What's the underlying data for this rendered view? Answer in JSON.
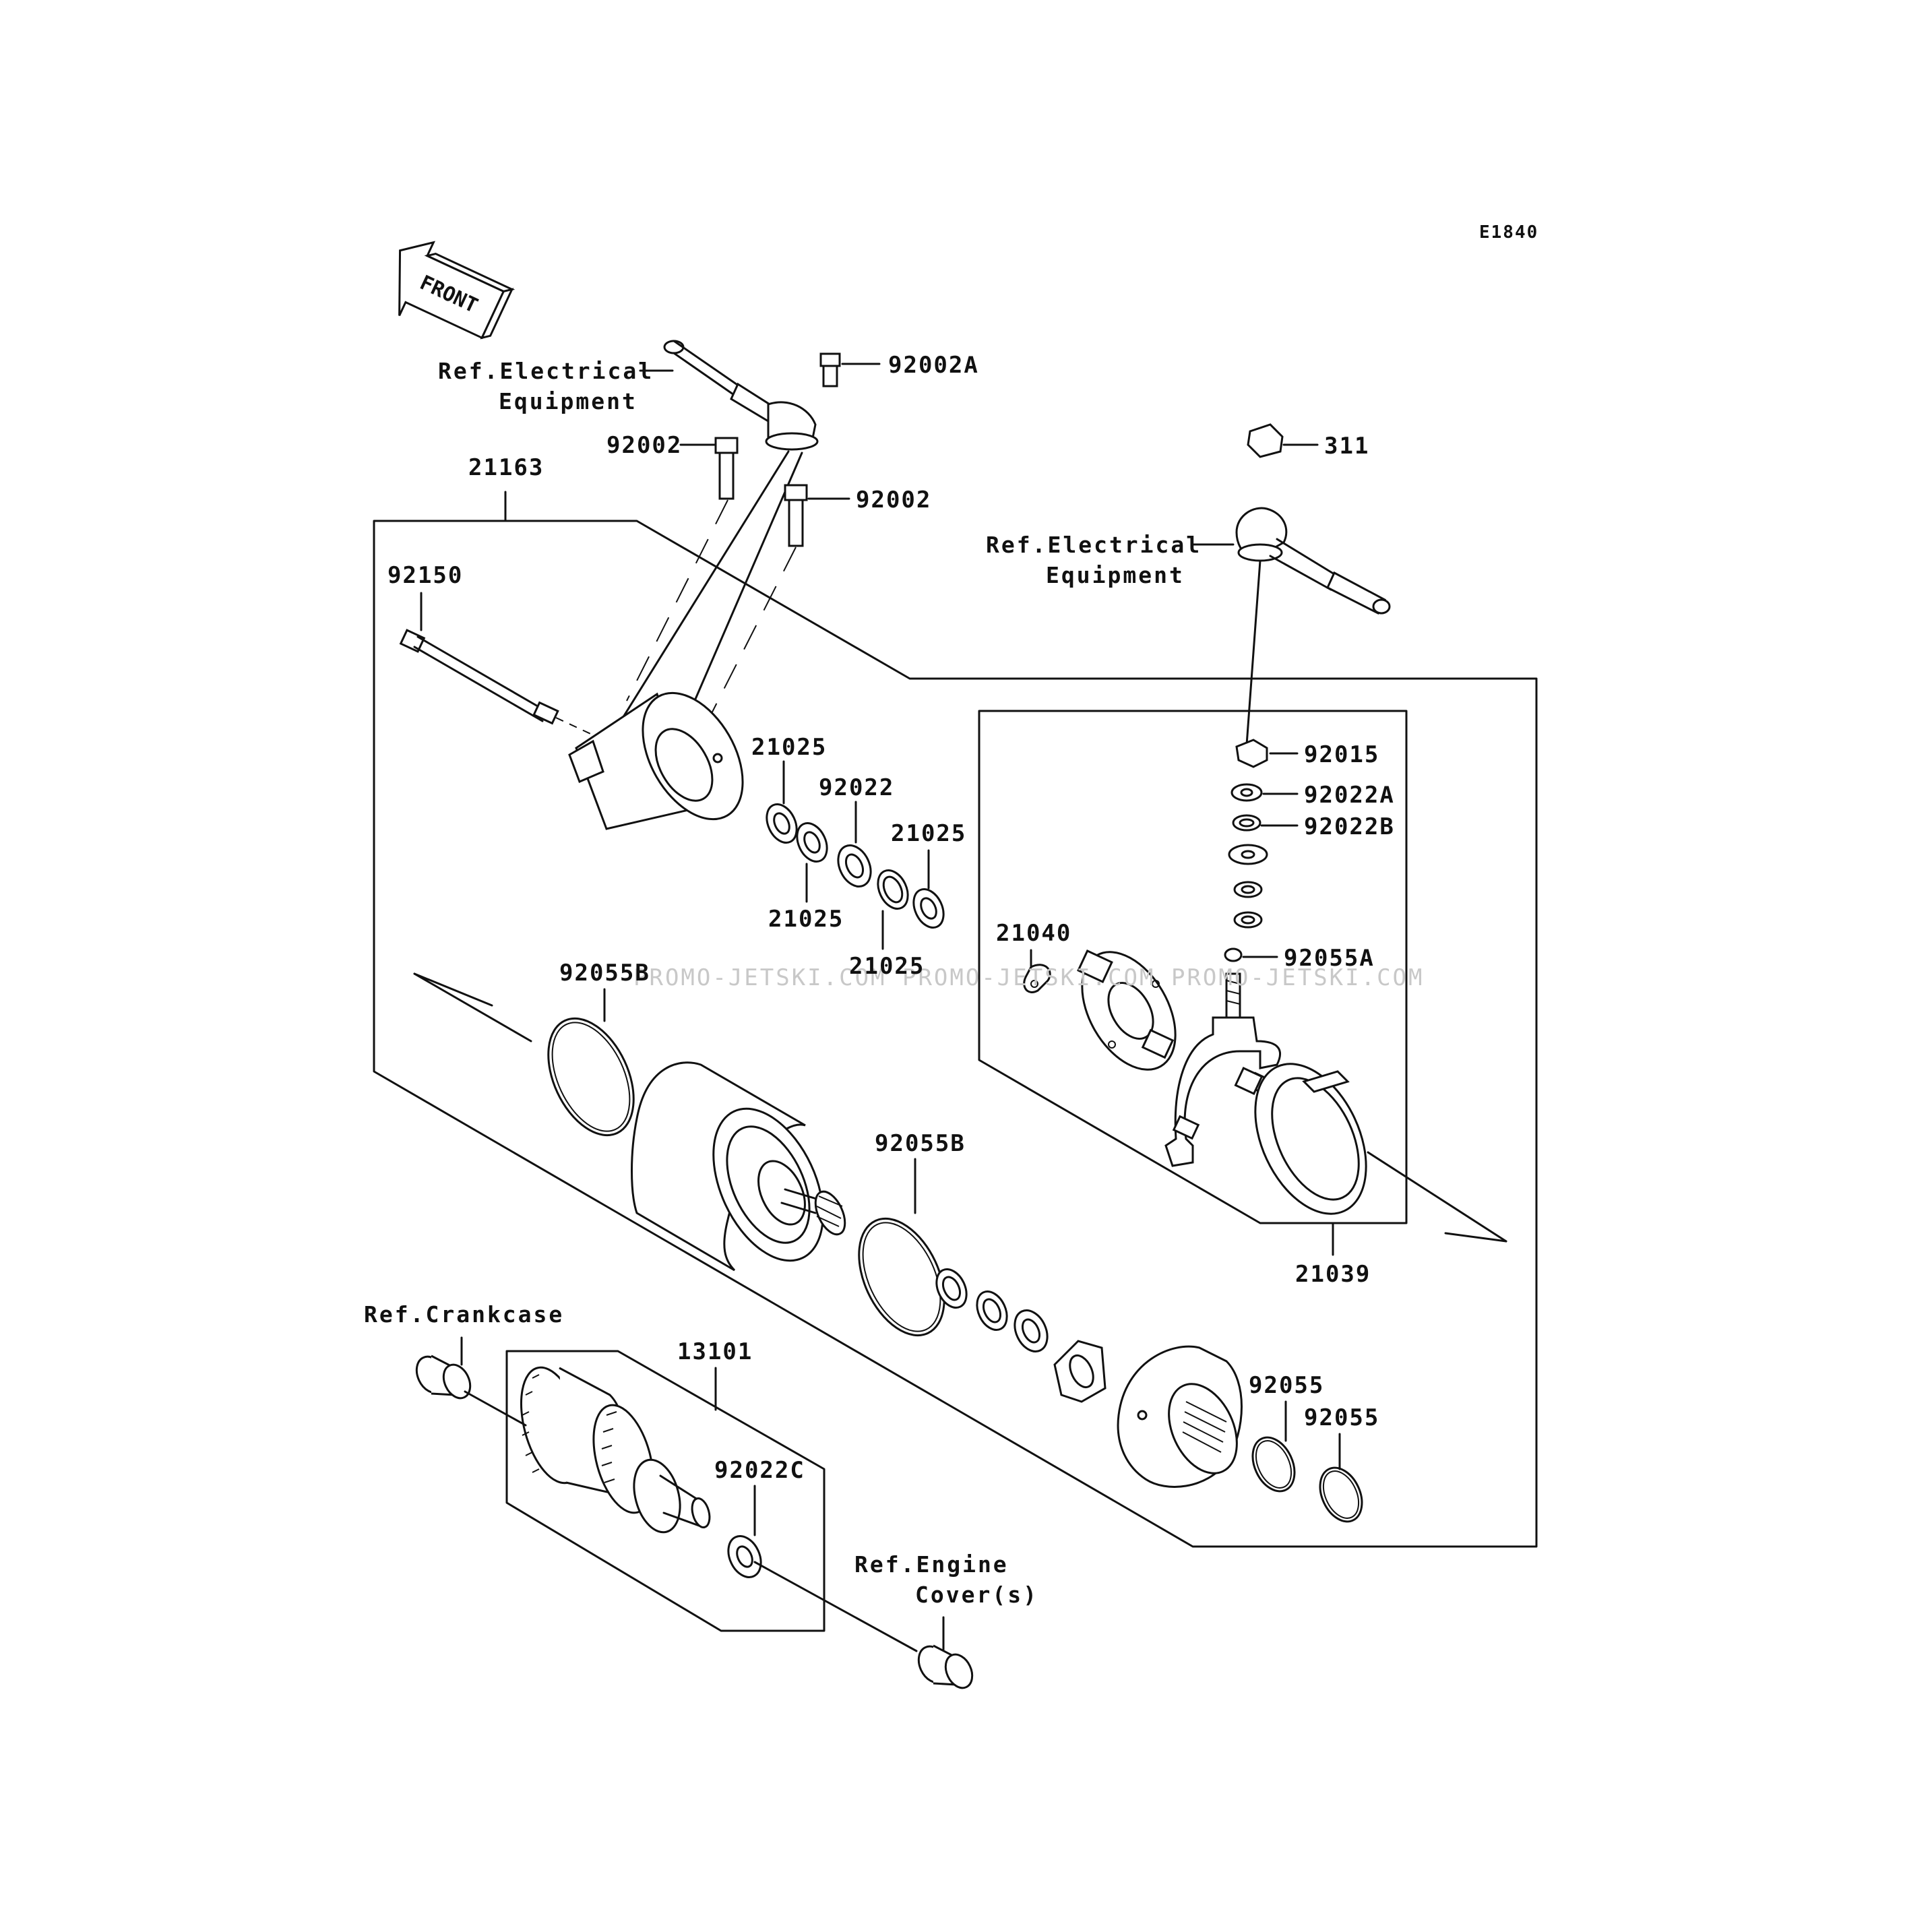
{
  "diagram_code": "E1840",
  "front_label": "FRONT",
  "watermark": "PROMO-JETSKI.COM   PROMO-JETSKI.COM   PROMO-JETSKI.COM",
  "refs": {
    "electrical_left_line1": "Ref.Electrical",
    "electrical_left_line2": "Equipment",
    "electrical_right_line1": "Ref.Electrical",
    "electrical_right_line2": "Equipment",
    "crankcase": "Ref.Crankcase",
    "engine_cover_line1": "Ref.Engine",
    "engine_cover_line2": "Cover(s)"
  },
  "parts": {
    "p92002A": "92002A",
    "p92002_a": "92002",
    "p92002_b": "92002",
    "p21163": "21163",
    "p92150": "92150",
    "p311": "311",
    "p92015": "92015",
    "p92022A": "92022A",
    "p92022B": "92022B",
    "p92055A": "92055A",
    "p21040": "21040",
    "p21025_a": "21025",
    "p92022": "92022",
    "p21025_b": "21025",
    "p21025_c": "21025",
    "p21025_d": "21025",
    "p92055B_a": "92055B",
    "p92055B_b": "92055B",
    "p21039": "21039",
    "p13101": "13101",
    "p92022C": "92022C",
    "p92055_a": "92055",
    "p92055_b": "92055"
  }
}
